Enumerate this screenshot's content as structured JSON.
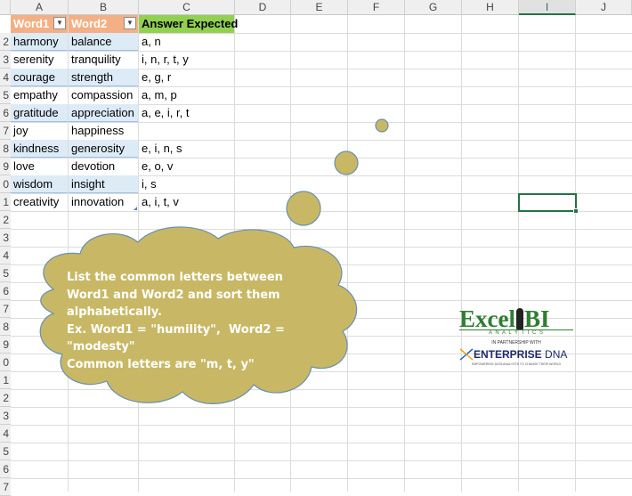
{
  "columns": [
    "A",
    "B",
    "C",
    "D",
    "E",
    "F",
    "G",
    "H",
    "I",
    "J"
  ],
  "selected_column": "I",
  "rows": [
    "2",
    "3",
    "4",
    "5",
    "6",
    "7",
    "8",
    "9",
    "0",
    "1",
    "2",
    "3",
    "4",
    "5",
    "6",
    "7",
    "8",
    "9",
    "0",
    "1",
    "2",
    "3",
    "4",
    "5",
    "6",
    "7"
  ],
  "table": {
    "headers": [
      "Word1",
      "Word2",
      "Answer Expected"
    ],
    "rows": [
      [
        "harmony",
        "balance",
        "a, n"
      ],
      [
        "serenity",
        "tranquility",
        "i, n, r, t, y"
      ],
      [
        "courage",
        "strength",
        "e, g, r"
      ],
      [
        "empathy",
        "compassion",
        "a, m, p"
      ],
      [
        "gratitude",
        "appreciation",
        "a, e, i, r, t"
      ],
      [
        "joy",
        "happiness",
        ""
      ],
      [
        "kindness",
        "generosity",
        "e, i, n, s"
      ],
      [
        "love",
        "devotion",
        "e, o, v"
      ],
      [
        "wisdom",
        "insight",
        "i, s"
      ],
      [
        "creativity",
        "innovation",
        "a, i, t, v"
      ]
    ]
  },
  "callout": {
    "lines": [
      "List the common letters between Word1 and Word2 and sort them alphabetically.",
      "Ex. Word1 = \"humility\",  Word2 = \"modesty\"",
      "Common letters are \"m, t, y\""
    ]
  },
  "logo": {
    "brand": "Excel",
    "brand_suffix": "BI",
    "sub": "A N A L Y T I C S",
    "partnership": "IN PARTNERSHIP WITH",
    "partner_strong": "ENTERPRISE",
    "partner_light": " DNA",
    "tagline": "EMPOWERING DATA ANALYSTS TO CHANGE THEIR WORLD"
  },
  "colors": {
    "header_orange": "#f4b084",
    "header_green": "#92d050",
    "band_blue": "#ddebf7",
    "callout_fill": "#c8b865",
    "callout_stroke": "#6a8fb0",
    "selection_green": "#217346"
  }
}
